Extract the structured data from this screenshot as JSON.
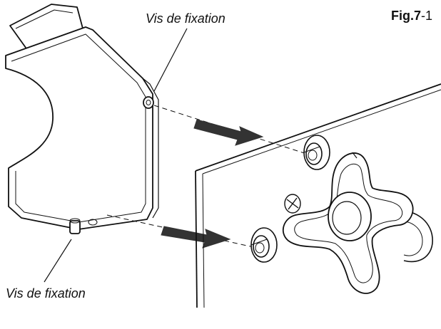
{
  "figure": {
    "label_bold": "Fig.7",
    "label_rest": "-1"
  },
  "callouts": {
    "top_screw_label": "Vis de fixation",
    "bottom_screw_label": "Vis de fixation"
  },
  "colors": {
    "line": "#111111",
    "arrow": "#333333",
    "background": "#ffffff"
  },
  "icons": {
    "arrow_top": "arrow-right-icon",
    "arrow_bottom": "arrow-right-icon",
    "knob": "star-knob-icon",
    "screw": "phillips-screw-icon"
  }
}
